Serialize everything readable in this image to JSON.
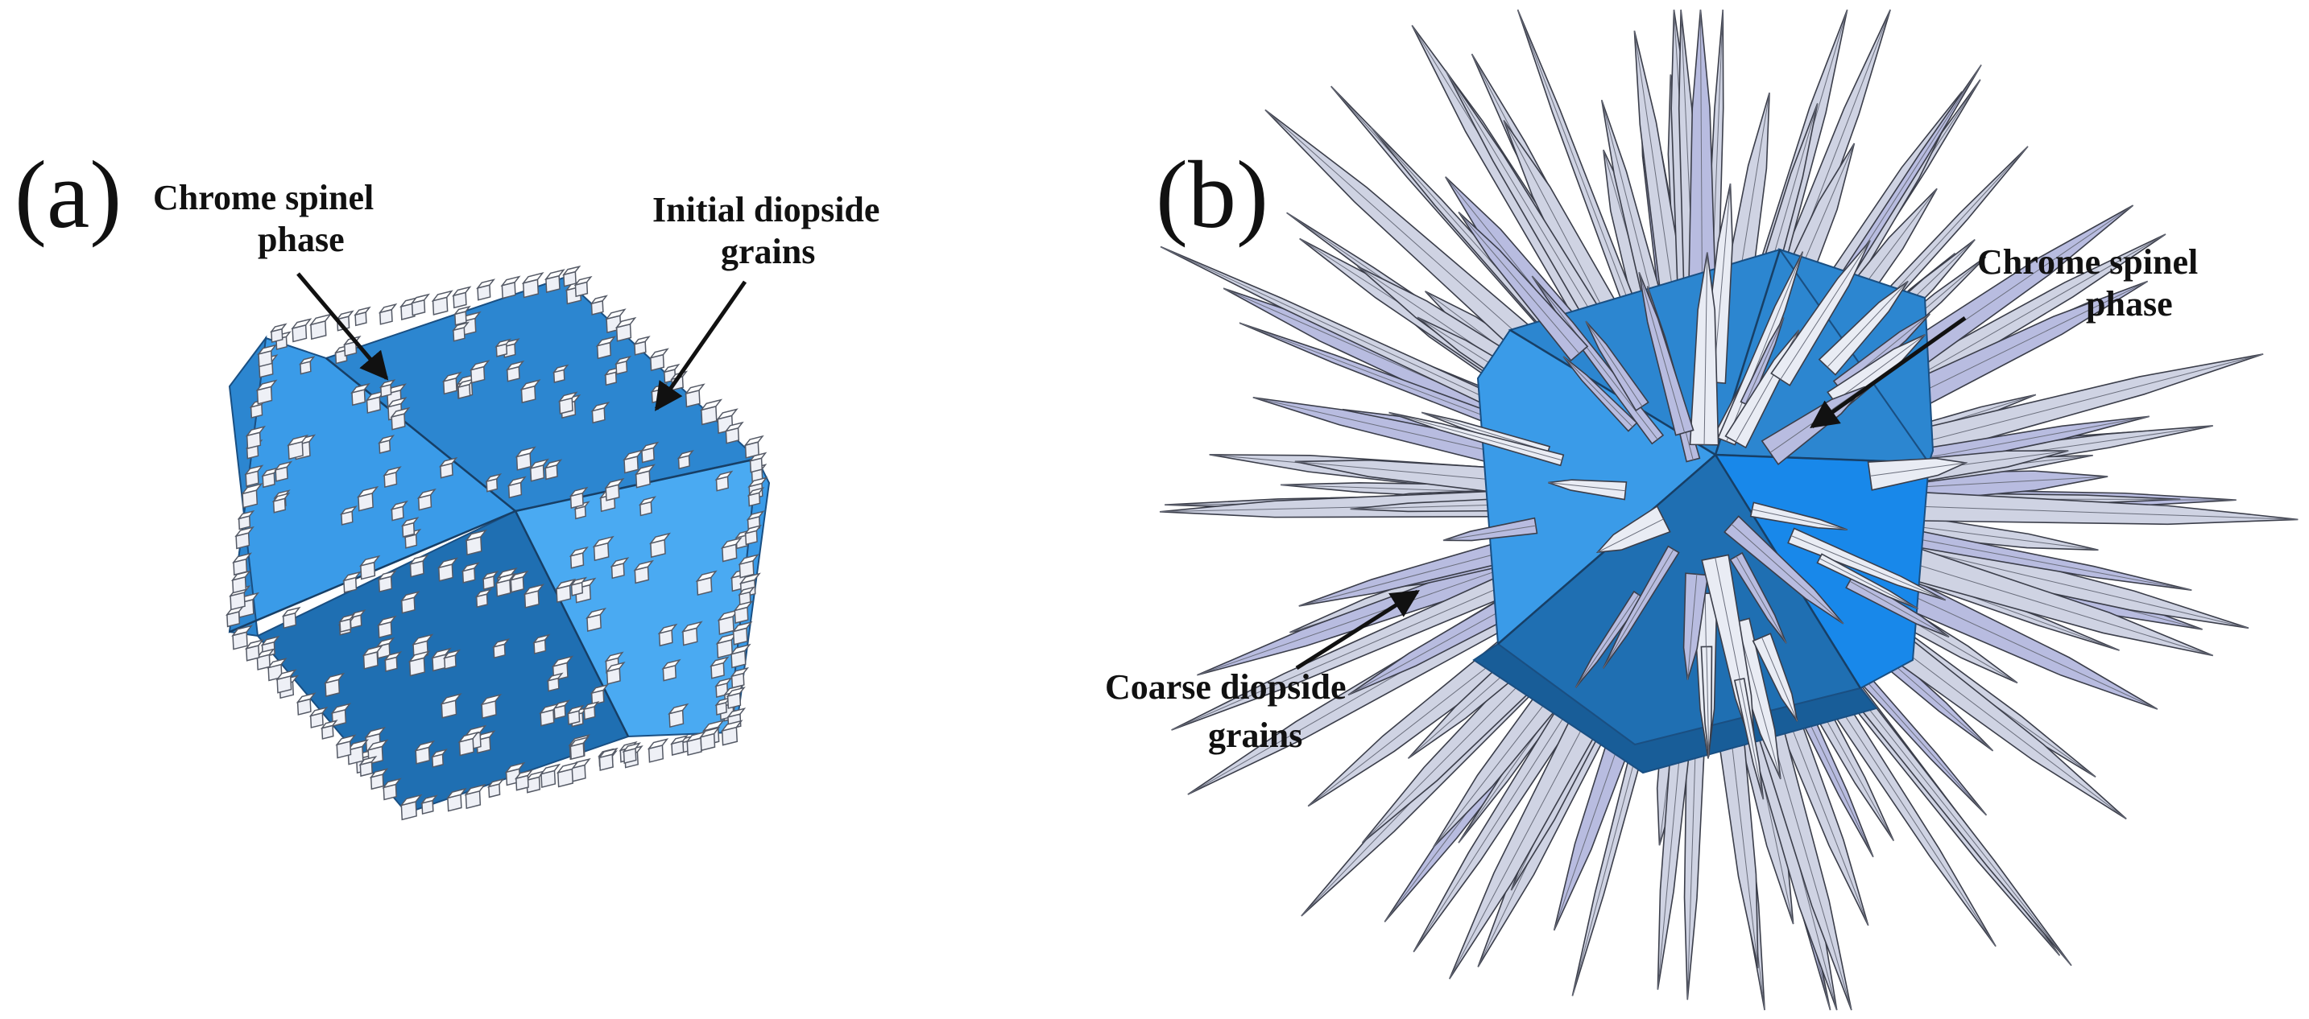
{
  "panels": [
    {
      "label": "(a)",
      "annotations": [
        {
          "lines": [
            "Chrome spinel",
            "phase"
          ]
        },
        {
          "lines": [
            "Initial diopside",
            "grains"
          ]
        }
      ]
    },
    {
      "label": "(b)",
      "annotations": [
        {
          "lines": [
            "Chrome spinel",
            "phase"
          ]
        },
        {
          "lines": [
            "Coarse diopside",
            "grains"
          ]
        }
      ]
    }
  ],
  "colors": {
    "spinel_face_light": "#3a9be8",
    "spinel_face_mid": "#2c86d0",
    "spinel_face_dark": "#1f6fb2",
    "spinel_face_bright": "#4aaaf2",
    "grain_fill": "#eef0f6",
    "grain_edge": "#555a66",
    "needle_fill": "#cfd3e3",
    "needle_blue": "#b8bce0",
    "needle_edge": "#3b3e4a",
    "text": "#111111"
  },
  "icons": [
    "pointer-arrow-icon"
  ]
}
